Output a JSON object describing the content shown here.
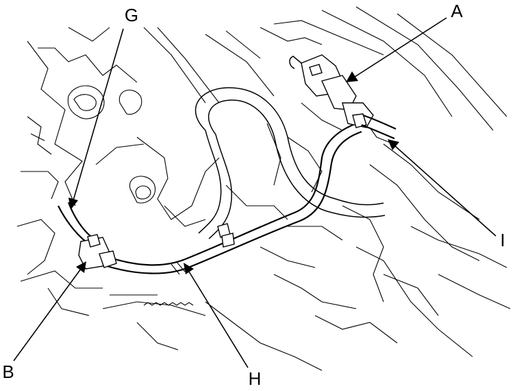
{
  "callouts": {
    "g": "G",
    "a": "A",
    "i": "I",
    "b": "B",
    "h": "H"
  },
  "colors": {
    "ink": "#000000",
    "paper": "#ffffff"
  }
}
